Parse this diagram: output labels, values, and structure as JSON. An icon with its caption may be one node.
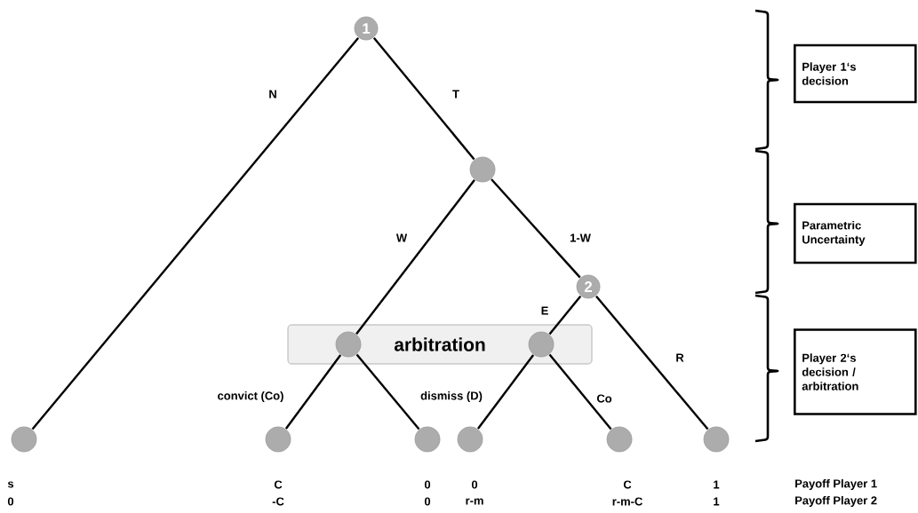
{
  "diagram": {
    "nodes": [
      {
        "text": [
          "1"
        ]
      },
      {
        "text": [],
        "shape": "circle"
      },
      {
        "text": [
          "2"
        ]
      },
      {
        "text": [
          "arbitration"
        ]
      },
      {
        "text": [],
        "shape": "circle",
        "in": 3
      },
      {
        "text": [],
        "shape": "circle",
        "in": 3
      },
      {
        "text": [],
        "shape": "circle",
        "beside": [
          "s",
          "0"
        ]
      },
      {
        "text": [],
        "shape": "circle",
        "beside": [
          "C",
          "-C"
        ]
      },
      {
        "text": [],
        "shape": "circle",
        "beside": [
          "0",
          "0"
        ]
      },
      {
        "text": [],
        "shape": "circle",
        "beside": [
          "0",
          "r-m"
        ]
      },
      {
        "text": [],
        "shape": "circle",
        "beside": [
          "C",
          "r-m-C"
        ]
      },
      {
        "text": [],
        "shape": "circle",
        "beside": [
          "1",
          "1"
        ]
      },
      {
        "text": [
          "Player 1‘s decision"
        ]
      },
      {
        "text": [
          "Parametric Uncertainty"
        ]
      },
      {
        "text": [
          "Player 2‘s decision / arbitration"
        ]
      }
    ],
    "edges": [
      {
        "from": 0,
        "to": 6,
        "arrow": "none",
        "label": "N"
      },
      {
        "from": 0,
        "to": 1,
        "arrow": "none",
        "label": "T"
      },
      {
        "from": 1,
        "to": 4,
        "arrow": "none",
        "label": "W"
      },
      {
        "from": 1,
        "to": 2,
        "arrow": "none",
        "label": "1-W"
      },
      {
        "from": 2,
        "to": 5,
        "arrow": "none",
        "label": "E"
      },
      {
        "from": 2,
        "to": 11,
        "arrow": "none",
        "label": "R"
      },
      {
        "from": 4,
        "to": 7,
        "arrow": "none",
        "label": "convict (Co)"
      },
      {
        "from": 4,
        "to": 8,
        "arrow": "none"
      },
      {
        "from": 5,
        "to": 9,
        "arrow": "none",
        "label": "dismiss (D)"
      },
      {
        "from": 5,
        "to": 10,
        "arrow": "none",
        "label": "Co"
      }
    ],
    "labels": [
      "Payoff Player 1",
      "Payoff Player 2"
    ]
  }
}
